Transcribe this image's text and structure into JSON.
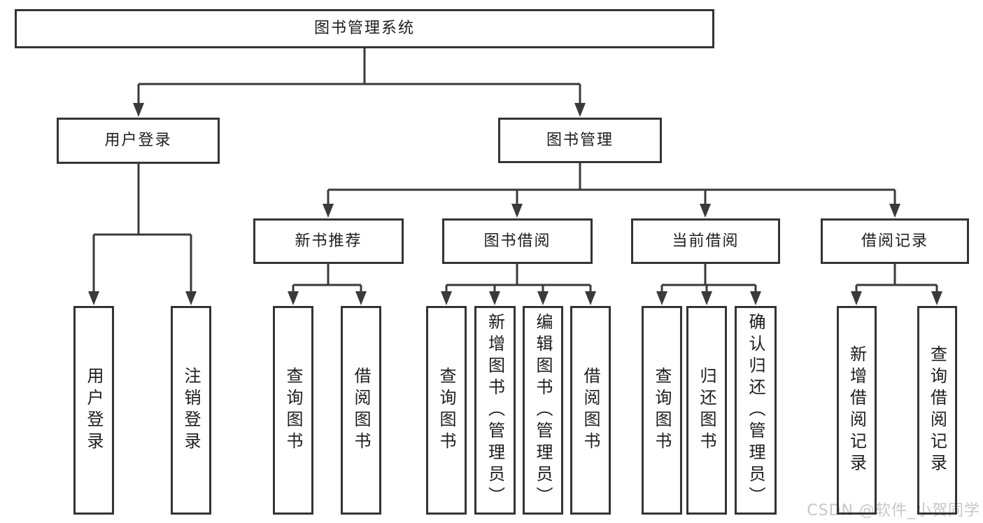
{
  "diagram": {
    "tree": {
      "label": "图书管理系统",
      "children": [
        {
          "label": "用户登录",
          "children": [
            {
              "label": "用户登录"
            },
            {
              "label": "注销登录"
            }
          ]
        },
        {
          "label": "图书管理",
          "children": [
            {
              "label": "新书推荐",
              "children": [
                {
                  "label": "查询图书"
                },
                {
                  "label": "借阅图书"
                }
              ]
            },
            {
              "label": "图书借阅",
              "children": [
                {
                  "label": "查询图书"
                },
                {
                  "label": "新增图书（管理员）"
                },
                {
                  "label": "编辑图书（管理员）"
                },
                {
                  "label": "借阅图书"
                }
              ]
            },
            {
              "label": "当前借阅",
              "children": [
                {
                  "label": "查询图书"
                },
                {
                  "label": "归还图书"
                },
                {
                  "label": "确认归还（管理员）"
                }
              ]
            },
            {
              "label": "借阅记录",
              "children": [
                {
                  "label": "新增借阅记录"
                },
                {
                  "label": "查询借阅记录"
                }
              ]
            }
          ]
        }
      ]
    },
    "watermark": "CSDN @软件_小贺同学",
    "colors": {
      "line": "#3a3a3a",
      "box_border": "#343434",
      "text": "#1d1d1f",
      "watermark": "#c7c7c7",
      "background": "#ffffff"
    }
  }
}
